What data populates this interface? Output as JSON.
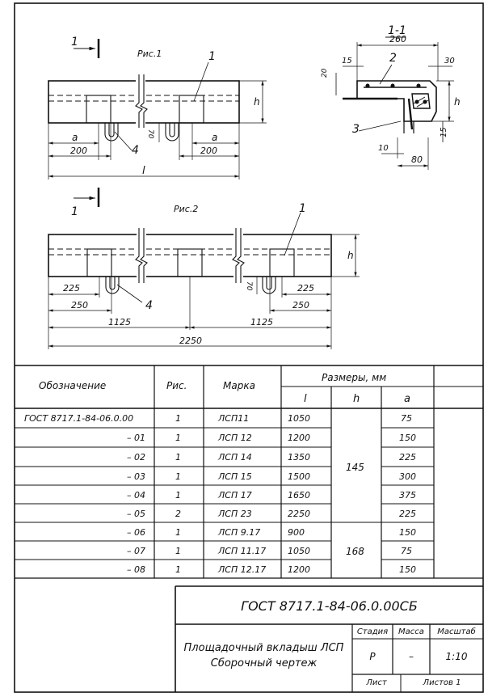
{
  "drawing": {
    "fig1": {
      "title": "Рис.1",
      "section_marker": "1",
      "dims": {
        "a": "a",
        "h": "h",
        "l": "l",
        "d200": "200",
        "d70": "70"
      },
      "callouts": {
        "one": "1",
        "four": "4"
      }
    },
    "section": {
      "title": "1-1",
      "dims": {
        "d260": "260",
        "d15a": "15",
        "d30": "30",
        "d20": "20",
        "h": "h",
        "d15b": "15",
        "d10": "10",
        "d80": "80"
      },
      "callouts": {
        "two": "2",
        "three": "3"
      }
    },
    "fig2": {
      "title": "Рис.2",
      "section_marker": "1",
      "dims": {
        "h": "h",
        "d225": "225",
        "d250": "250",
        "d1125": "1125",
        "d2250": "2250",
        "d70": "70"
      },
      "callouts": {
        "one": "1",
        "four": "4"
      }
    }
  },
  "table": {
    "headers": {
      "designation": "Обозначение",
      "fig": "Рис.",
      "mark": "Марка",
      "dims_title": "Размеры, мм",
      "l": "l",
      "h": "h",
      "a": "a"
    },
    "rows": [
      {
        "designation": "ГОСТ 8717.1-84-06.0.00",
        "fig": "1",
        "mark": "ЛСП11",
        "l": "1050",
        "a": "75"
      },
      {
        "designation": "– 01",
        "fig": "1",
        "mark": "ЛСП 12",
        "l": "1200",
        "a": "150"
      },
      {
        "designation": "– 02",
        "fig": "1",
        "mark": "ЛСП 14",
        "l": "1350",
        "a": "225"
      },
      {
        "designation": "– 03",
        "fig": "1",
        "mark": "ЛСП 15",
        "l": "1500",
        "a": "300"
      },
      {
        "designation": "– 04",
        "fig": "1",
        "mark": "ЛСП 17",
        "l": "1650",
        "a": "375"
      },
      {
        "designation": "– 05",
        "fig": "2",
        "mark": "ЛСП 23",
        "l": "2250",
        "a": "225"
      },
      {
        "designation": "– 06",
        "fig": "1",
        "mark": "ЛСП 9.17",
        "l": "900",
        "a": "150"
      },
      {
        "designation": "– 07",
        "fig": "1",
        "mark": "ЛСП 11.17",
        "l": "1050",
        "a": "75"
      },
      {
        "designation": "– 08",
        "fig": "1",
        "mark": "ЛСП 12.17",
        "l": "1200",
        "a": "150"
      }
    ],
    "h_group_1": "145",
    "h_group_2": "168"
  },
  "title_block": {
    "doc_code": "ГОСТ 8717.1-84-06.0.00СБ",
    "name_line1": "Площадочный вкладыш ЛСП",
    "name_line2": "Сборочный чертеж",
    "stage_label": "Стадия",
    "mass_label": "Масса",
    "scale_label": "Масштаб",
    "stage_value": "Р",
    "mass_value": "–",
    "scale_value": "1:10",
    "sheet_label": "Лист",
    "sheets_label": "Листов 1"
  }
}
